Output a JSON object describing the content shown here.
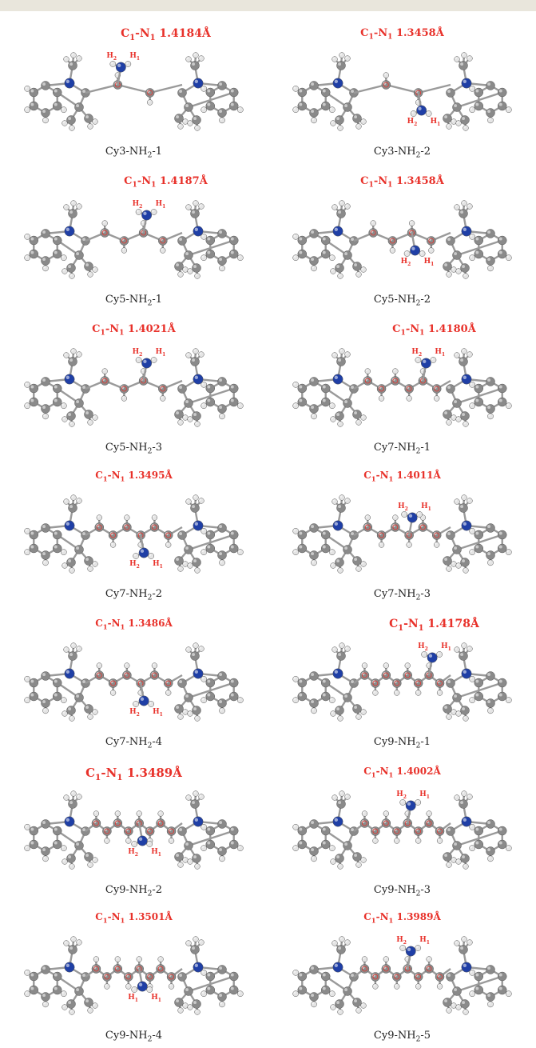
{
  "panels": [
    {
      "name_base": "Cy3-NH",
      "name_sub": "2",
      "name_suffix": "-1",
      "bond_c": "C",
      "bond_c_sub": "1",
      "bond_n": "-N",
      "bond_n_sub": "1",
      "bond_value": "1.4184Å",
      "h_labels": [
        "H",
        "H"
      ],
      "h_subs": [
        "2",
        "1"
      ],
      "chain_len": 2,
      "nh2": "up",
      "pos": "right"
    },
    {
      "name_base": "Cy3-NH",
      "name_sub": "2",
      "name_suffix": "-2",
      "bond_c": "C",
      "bond_c_sub": "1",
      "bond_n": "-N",
      "bond_n_sub": "1",
      "bond_value": "1.3458Å",
      "h_labels": [
        "H",
        "H"
      ],
      "h_subs": [
        "2",
        "1"
      ],
      "chain_len": 2,
      "nh2": "down",
      "pos": "center"
    },
    {
      "name_base": "Cy5-NH",
      "name_sub": "2",
      "name_suffix": "-1",
      "bond_c": "C",
      "bond_c_sub": "1",
      "bond_n": "-N",
      "bond_n_sub": "1",
      "bond_value": "1.4187Å",
      "h_labels": [
        "H",
        "H"
      ],
      "h_subs": [
        "2",
        "1"
      ],
      "chain_len": 4,
      "nh2": "up",
      "pos": "right"
    },
    {
      "name_base": "Cy5-NH",
      "name_sub": "2",
      "name_suffix": "-2",
      "bond_c": "C",
      "bond_c_sub": "1",
      "bond_n": "-N",
      "bond_n_sub": "1",
      "bond_value": "1.3458Å",
      "h_labels": [
        "H",
        "H"
      ],
      "h_subs": [
        "2",
        "1"
      ],
      "chain_len": 4,
      "nh2": "down",
      "pos": "center"
    },
    {
      "name_base": "Cy5-NH",
      "name_sub": "2",
      "name_suffix": "-3",
      "bond_c": "C",
      "bond_c_sub": "1",
      "bond_n": "-N",
      "bond_n_sub": "1",
      "bond_value": "1.4021Å",
      "h_labels": [
        "H",
        "H"
      ],
      "h_subs": [
        "2",
        "1"
      ],
      "chain_len": 4,
      "nh2": "up",
      "pos": "center"
    },
    {
      "name_base": "Cy7-NH",
      "name_sub": "2",
      "name_suffix": "-1",
      "bond_c": "C",
      "bond_c_sub": "1",
      "bond_n": "-N",
      "bond_n_sub": "1",
      "bond_value": "1.4180Å",
      "h_labels": [
        "H",
        "H"
      ],
      "h_subs": [
        "2",
        "1"
      ],
      "chain_len": 6,
      "nh2": "up",
      "pos": "right"
    },
    {
      "name_base": "Cy7-NH",
      "name_sub": "2",
      "name_suffix": "-2",
      "bond_c": "C",
      "bond_c_sub": "1",
      "bond_n": "-N",
      "bond_n_sub": "1",
      "bond_value": "1.3495Å",
      "h_labels": [
        "H",
        "H"
      ],
      "h_subs": [
        "2",
        "1"
      ],
      "chain_len": 6,
      "nh2": "down",
      "pos": "center"
    },
    {
      "name_base": "Cy7-NH",
      "name_sub": "2",
      "name_suffix": "-3",
      "bond_c": "C",
      "bond_c_sub": "1",
      "bond_n": "-N",
      "bond_n_sub": "1",
      "bond_value": "1.4011Å",
      "h_labels": [
        "H",
        "H"
      ],
      "h_subs": [
        "2",
        "1"
      ],
      "chain_len": 6,
      "nh2": "up",
      "pos": "center"
    },
    {
      "name_base": "Cy7-NH",
      "name_sub": "2",
      "name_suffix": "-4",
      "bond_c": "C",
      "bond_c_sub": "1",
      "bond_n": "-N",
      "bond_n_sub": "1",
      "bond_value": "1.3486Å",
      "h_labels": [
        "H",
        "H"
      ],
      "h_subs": [
        "2",
        "1"
      ],
      "chain_len": 6,
      "nh2": "down",
      "pos": "center"
    },
    {
      "name_base": "Cy9-NH",
      "name_sub": "2",
      "name_suffix": "-1",
      "bond_c": "C",
      "bond_c_sub": "1",
      "bond_n": "-N",
      "bond_n_sub": "1",
      "bond_value": "1.4178Å",
      "h_labels": [
        "H",
        "H"
      ],
      "h_subs": [
        "2",
        "1"
      ],
      "chain_len": 8,
      "nh2": "up",
      "pos": "right"
    },
    {
      "name_base": "Cy9-NH",
      "name_sub": "2",
      "name_suffix": "-2",
      "bond_c": "C",
      "bond_c_sub": "1",
      "bond_n": "-N",
      "bond_n_sub": "1",
      "bond_value": "1.3489Å",
      "h_labels": [
        "H",
        "H"
      ],
      "h_subs": [
        "2",
        "1"
      ],
      "chain_len": 8,
      "nh2": "down",
      "pos": "center"
    },
    {
      "name_base": "Cy9-NH",
      "name_sub": "2",
      "name_suffix": "-3",
      "bond_c": "C",
      "bond_c_sub": "1",
      "bond_n": "-N",
      "bond_n_sub": "1",
      "bond_value": "1.4002Å",
      "h_labels": [
        "H",
        "H"
      ],
      "h_subs": [
        "2",
        "1"
      ],
      "chain_len": 8,
      "nh2": "up",
      "pos": "center"
    },
    {
      "name_base": "Cy9-NH",
      "name_sub": "2",
      "name_suffix": "-4",
      "bond_c": "C",
      "bond_c_sub": "1",
      "bond_n": "-N",
      "bond_n_sub": "1",
      "bond_value": "1.3501Å",
      "h_labels": [
        "H",
        "H"
      ],
      "h_subs": [
        "1",
        "1"
      ],
      "chain_len": 8,
      "nh2": "down",
      "pos": "center"
    },
    {
      "name_base": "Cy9-NH",
      "name_sub": "2",
      "name_suffix": "-5",
      "bond_c": "C",
      "bond_c_sub": "1",
      "bond_n": "-N",
      "bond_n_sub": "1",
      "bond_value": "1.3989Å",
      "h_labels": [
        "H",
        "H"
      ],
      "h_subs": [
        "2",
        "1"
      ],
      "chain_len": 8,
      "nh2": "up",
      "pos": "center"
    }
  ],
  "colors": {
    "carbon": "#8a8a8a",
    "hydrogen": "#e4e4e4",
    "nitrogen": "#1f3fa6",
    "bond_label": "#e8312a",
    "header_band": "#e9e6dc"
  }
}
